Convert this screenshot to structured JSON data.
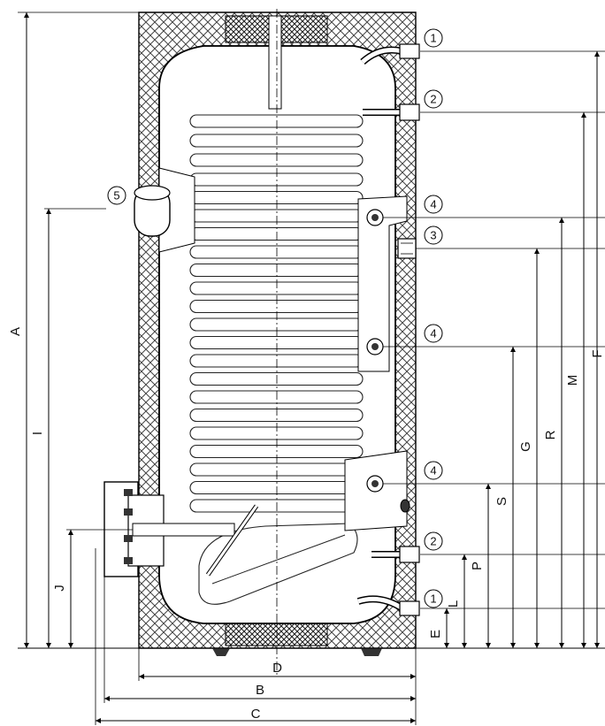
{
  "diagram": {
    "callouts": [
      "1",
      "2",
      "5",
      "4",
      "3",
      "4",
      "4",
      "2",
      "1"
    ],
    "vertical_dims": [
      "A",
      "I",
      "J",
      "E",
      "L",
      "P",
      "S",
      "G",
      "R",
      "M",
      "F"
    ],
    "horizontal_dims": [
      "D",
      "B",
      "C"
    ]
  }
}
